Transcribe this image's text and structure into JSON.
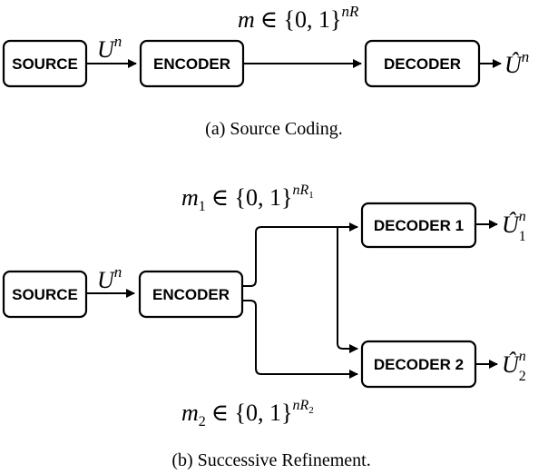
{
  "diagram_a": {
    "source_label": "SOURCE",
    "encoder_label": "ENCODER",
    "decoder_label": "DECODER",
    "input_var": "U",
    "input_sup": "n",
    "message": {
      "var": "m",
      "set": "∈ {0, 1}",
      "exp": "nR"
    },
    "output_var": "Û",
    "output_sup": "n",
    "caption": "(a)  Source Coding."
  },
  "diagram_b": {
    "source_label": "SOURCE",
    "encoder_label": "ENCODER",
    "decoder1_label": "DECODER 1",
    "decoder2_label": "DECODER 2",
    "input_var": "U",
    "input_sup": "n",
    "message1": {
      "var": "m",
      "sub": "1",
      "set": "∈ {0, 1}",
      "exp": "nR",
      "exp_sub": "1"
    },
    "message2": {
      "var": "m",
      "sub": "2",
      "set": "∈ {0, 1}",
      "exp": "nR",
      "exp_sub": "2"
    },
    "output1": {
      "var": "Û",
      "sup": "n",
      "sub": "1"
    },
    "output2": {
      "var": "Û",
      "sup": "n",
      "sub": "2"
    },
    "caption": "(b)  Successive Refinement."
  }
}
